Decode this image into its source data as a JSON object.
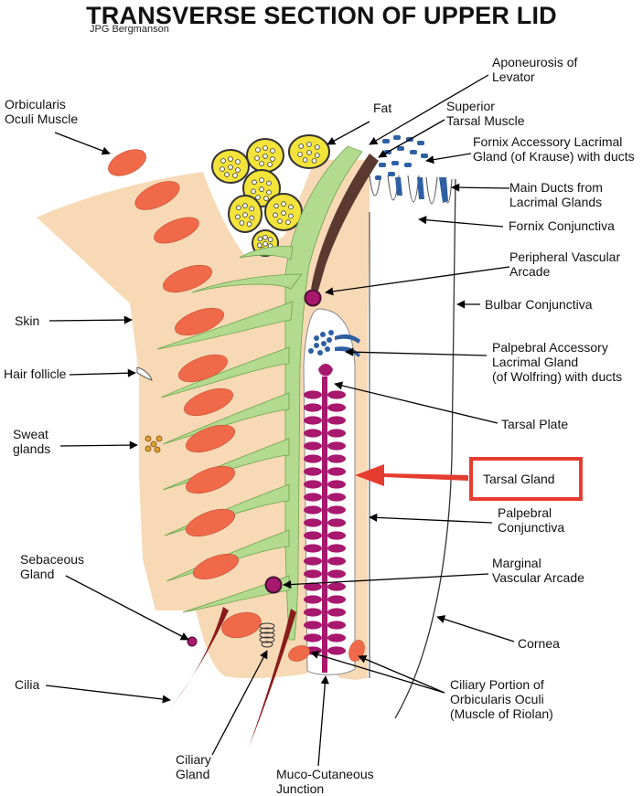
{
  "title": "TRANSVERSE SECTION OF UPPER LID",
  "author": "JPG  Bergmanson",
  "highlight_color": "#e63c2f",
  "colors": {
    "tissue": "#f7d9b6",
    "muscle": "#f06a4a",
    "fascia": "#b3db8f",
    "gland": "#a8186e",
    "fat": "#f3e33a",
    "duct": "#2f5fa3",
    "levator_muscle": "#5a3a30"
  },
  "labels": {
    "orbicularis": [
      "Orbicularis",
      "Oculi Muscle"
    ],
    "fat": [
      "Fat"
    ],
    "aponeurosis": [
      "Aponeurosis of",
      "Levator"
    ],
    "superior_tarsal": [
      "Superior",
      "Tarsal Muscle"
    ],
    "fornix_accessory": [
      "Fornix Accessory Lacrimal",
      "Gland (of Krause) with ducts"
    ],
    "main_ducts": [
      "Main Ducts from",
      "Lacrimal Glands"
    ],
    "fornix_conj": [
      "Fornix Conjunctiva"
    ],
    "peripheral_arcade": [
      "Peripheral Vascular",
      "Arcade"
    ],
    "bulbar_conj": [
      "Bulbar Conjunctiva"
    ],
    "skin": [
      "Skin"
    ],
    "hair_follicle": [
      "Hair follicle"
    ],
    "palpebral_accessory": [
      "Palpebral Accessory",
      "Lacrimal Gland",
      "(of Wolfring) with ducts"
    ],
    "tarsal_plate": [
      "Tarsal Plate"
    ],
    "sweat_glands": [
      "Sweat",
      "glands"
    ],
    "tarsal_gland": [
      "Tarsal  Gland"
    ],
    "palpebral_conj": [
      "Palpebral",
      "Conjunctiva"
    ],
    "sebaceous": [
      "Sebaceous",
      "Gland"
    ],
    "marginal_arcade": [
      "Marginal",
      "Vascular Arcade"
    ],
    "cornea": [
      "Cornea"
    ],
    "cilia": [
      "Cilia"
    ],
    "ciliary_portion": [
      "Ciliary Portion of",
      "Orbicularis Oculi",
      "(Muscle of Riolan)"
    ],
    "ciliary_gland": [
      "Ciliary",
      "Gland"
    ],
    "mucocutaneous": [
      "Muco-Cutaneous",
      "Junction"
    ]
  }
}
